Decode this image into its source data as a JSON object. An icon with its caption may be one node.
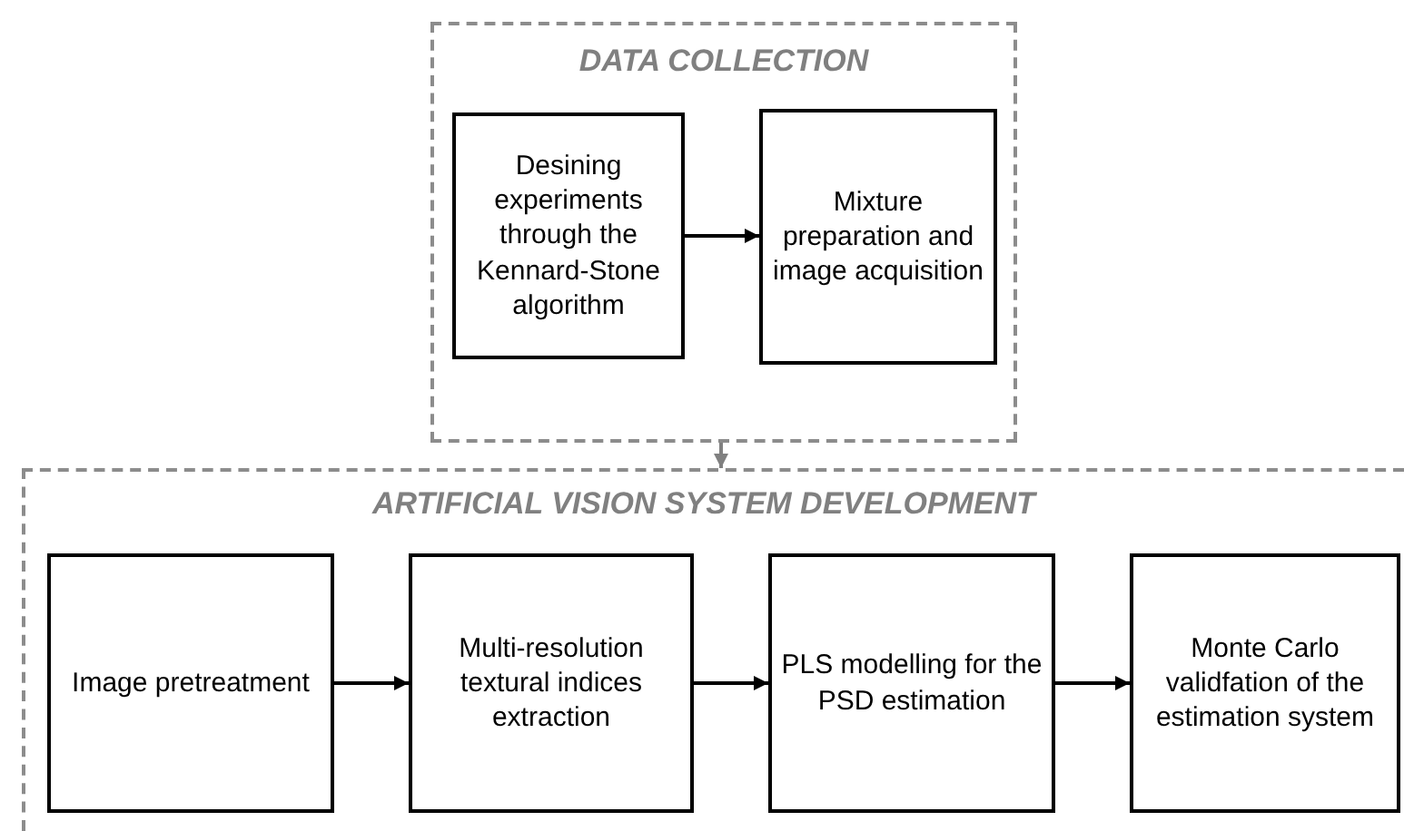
{
  "diagram": {
    "nodes": [
      {
        "text": [
          "DATA COLLECTION"
        ]
      },
      {
        "text": [
          "Desining experiments through the Kennard-Stone algorithm"
        ],
        "in": 0
      },
      {
        "text": [
          "Mixture preparation and image acquisition"
        ],
        "in": 0
      },
      {
        "text": [
          "ARTIFICIAL VISION SYSTEM DEVELOPMENT"
        ]
      },
      {
        "text": [
          "Image pretreatment"
        ],
        "in": 3
      },
      {
        "text": [
          "Multi-resolution textural indices extraction"
        ],
        "in": 3
      },
      {
        "text": [
          "PLS modelling for the PSD estimation"
        ],
        "in": 3
      },
      {
        "text": [
          "Monte Carlo validfation of the estimation system"
        ],
        "in": 3
      }
    ],
    "edges": [
      {
        "from": 1,
        "to": 2,
        "arrow": "to"
      },
      {
        "from": 0,
        "to": 3,
        "arrow": "to",
        "color": "#808080"
      },
      {
        "from": 4,
        "to": 5,
        "arrow": "to"
      },
      {
        "from": 5,
        "to": 6,
        "arrow": "to"
      },
      {
        "from": 6,
        "to": 7,
        "arrow": "to"
      }
    ]
  }
}
